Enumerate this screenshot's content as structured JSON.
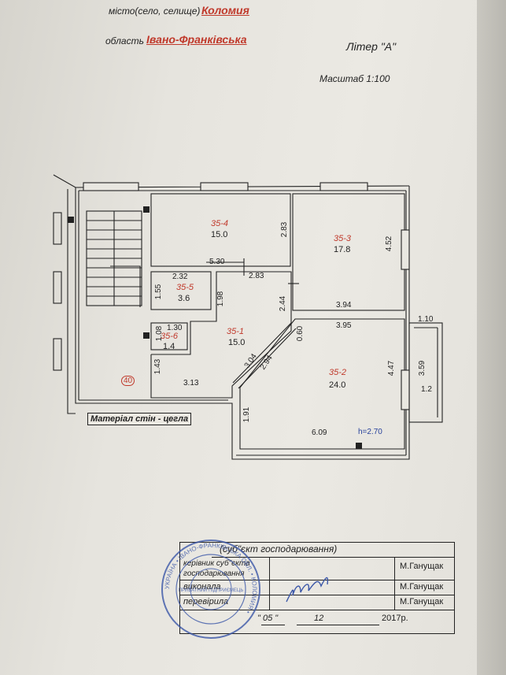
{
  "header": {
    "city_label": "місто(село, селище)",
    "city_value": "Коломия",
    "region_label": "область",
    "region_value": "Івано-Франківська",
    "litera": "Літер \"А\"",
    "scale": "Масштаб  1:100"
  },
  "rooms": [
    {
      "id": "35-4",
      "area": "15.0"
    },
    {
      "id": "35-3",
      "area": "17.8"
    },
    {
      "id": "35-5",
      "area": "3.6"
    },
    {
      "id": "35-1",
      "area": "15.0"
    },
    {
      "id": "35-6",
      "area": "1.4"
    },
    {
      "id": "35-2",
      "area": "24.0"
    }
  ],
  "dimensions": {
    "d_2_83_top": "2.83",
    "d_4_52": "4.52",
    "d_5_30": "5.30",
    "d_2_32": "2.32",
    "d_2_83_mid": "2.83",
    "d_1_55": "1.55",
    "d_1_98": "1.98",
    "d_2_44": "2.44",
    "d_3_94": "3.94",
    "d_1_30": "1.30",
    "d_1_08": "1.08",
    "d_0_60": "0.60",
    "d_3_95": "3.95",
    "d_1_10": "1.10",
    "d_3_04": "3.04",
    "d_2_94": "2.94",
    "d_4_47": "4.47",
    "d_3_59": "3.59",
    "d_1_2": "1.2",
    "d_1_43": "1.43",
    "d_3_13": "3.13",
    "d_1_91": "1.91",
    "d_6_09": "6.09",
    "height": "h=2.70",
    "stair_no": "40"
  },
  "material": "Матеріал стін - цегла",
  "titleblock": {
    "heading": "(суб\"єкт  господарювання)",
    "row1_label": "керівник суб\"єкта господарювання",
    "row1_name": "М.Ганущак",
    "row2_label": "виконала",
    "row2_name": "М.Ганущак",
    "row3_label": "перевірила",
    "row3_name": "М.Ганущак",
    "date_day": "\"  05  \"",
    "date_month": "12",
    "date_year": "2017р."
  },
  "stamp": {
    "center_text": "ПРИВАТНИЙ ПІДПРИЄМЕЦЬ",
    "ring_text": "УКРАЇНА • ІВАНО-ФРАНКІВСЬКА ОБЛ. • КОЛОМИЯ •"
  },
  "colors": {
    "ink": "#222222",
    "red": "#c0392b",
    "stamp": "#3b57a8"
  }
}
